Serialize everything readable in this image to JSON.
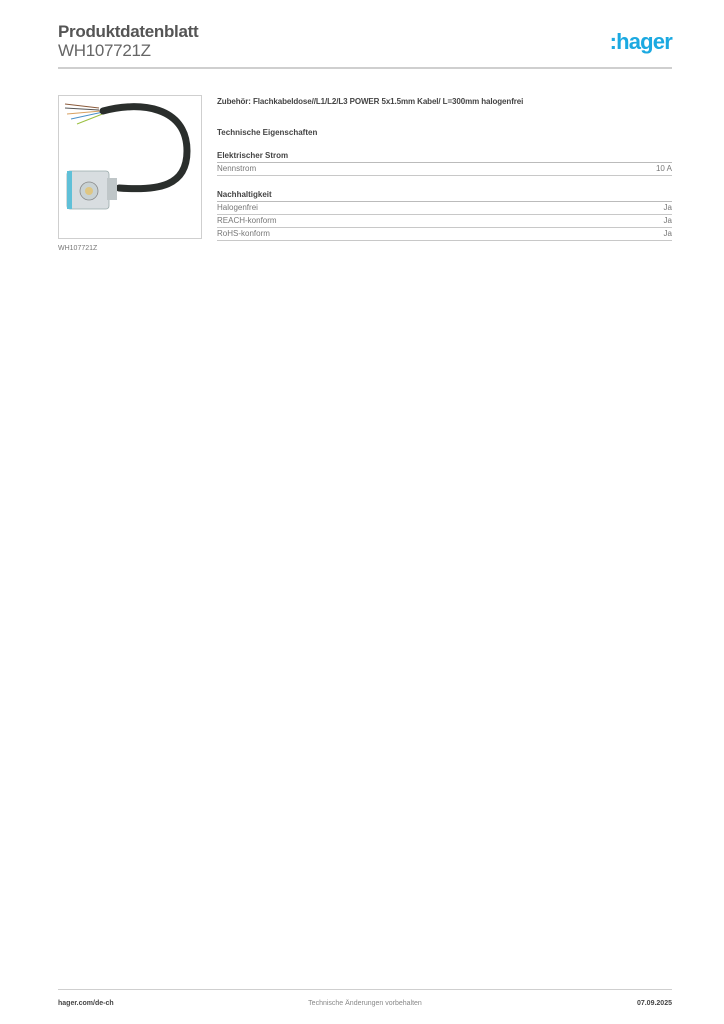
{
  "header": {
    "title": "Produktdatenblatt",
    "article_number": "WH107721Z",
    "logo_text": ":hager",
    "logo_color": "#1ba9e1"
  },
  "product": {
    "image_caption": "WH107721Z",
    "description": "Zubehör: Flachkabeldose//L1/L2/L3 POWER 5x1.5mm Kabel/ L=300mm halogenfrei"
  },
  "specs": {
    "section_title": "Technische Eigenschaften",
    "groups": [
      {
        "title": "Elektrischer Strom",
        "rows": [
          {
            "label": "Nennstrom",
            "value": "10 A"
          }
        ]
      },
      {
        "title": "Nachhaltigkeit",
        "rows": [
          {
            "label": "Halogenfrei",
            "value": "Ja"
          },
          {
            "label": "REACH-konform",
            "value": "Ja"
          },
          {
            "label": "RoHS-konform",
            "value": "Ja"
          }
        ]
      }
    ]
  },
  "footer": {
    "website": "hager.com/de-ch",
    "disclaimer": "Technische Änderungen vorbehalten",
    "date": "07.09.2025"
  }
}
